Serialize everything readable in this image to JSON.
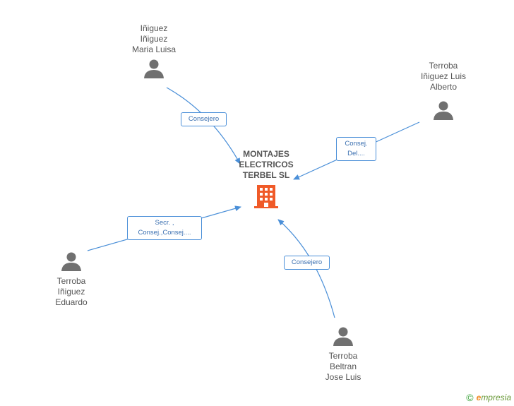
{
  "company": {
    "name": "MONTAJES\nELECTRICOS\nTERBEL SL",
    "icon": "building-icon",
    "color": "#f05a28"
  },
  "persons": [
    {
      "id": "p1",
      "name": "Iñiguez\nIñiguez\nMaria Luisa",
      "icon": "person-icon"
    },
    {
      "id": "p2",
      "name": "Terroba\nIñiguez Luis\nAlberto",
      "icon": "person-icon"
    },
    {
      "id": "p3",
      "name": "Terroba\nIñiguez\nEduardo",
      "icon": "person-icon"
    },
    {
      "id": "p4",
      "name": "Terroba\nBeltran\nJose Luis",
      "icon": "person-icon"
    }
  ],
  "relations": [
    {
      "id": "r1",
      "label": "Consejero"
    },
    {
      "id": "r2",
      "label": "Consej.\nDel...."
    },
    {
      "id": "r3",
      "label": "Secr. ,\nConsej.,Consej...."
    },
    {
      "id": "r4",
      "label": "Consejero"
    }
  ],
  "footer": {
    "copyright": "©",
    "brand_initial": "e",
    "brand_rest": "mpresia"
  },
  "colors": {
    "edge": "#4a8fd8",
    "person": "#707070"
  }
}
